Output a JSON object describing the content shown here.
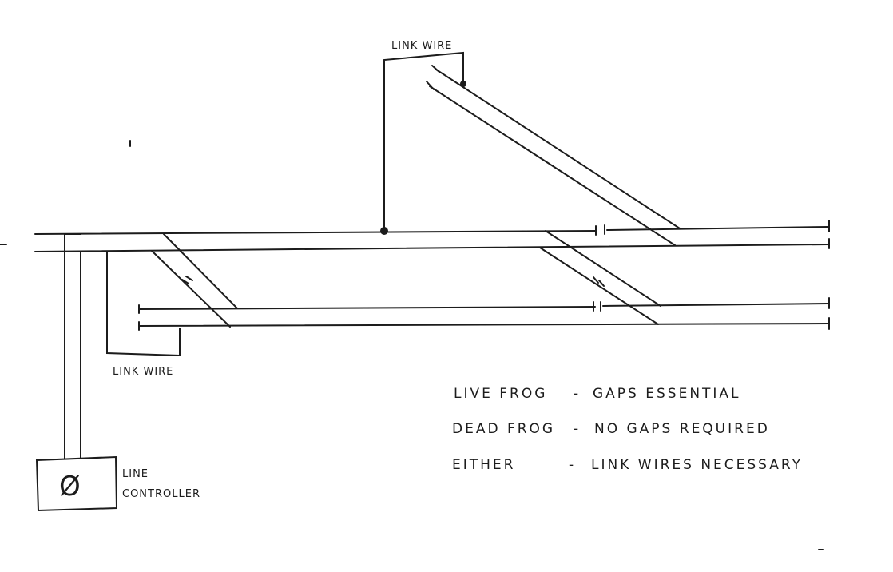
{
  "labels": {
    "link_wire_top": "LINK WIRE",
    "link_wire_bottom": "LINK WIRE",
    "controller_symbol": "Ø",
    "controller_line1": "LINE",
    "controller_line2": "CONTROLLER"
  },
  "notes": [
    {
      "term": "LIVE FROG",
      "dash": "-",
      "desc": "GAPS ESSENTIAL"
    },
    {
      "term": "DEAD FROG",
      "dash": "-",
      "desc": "NO GAPS REQUIRED"
    },
    {
      "term": "EITHER",
      "dash": "-",
      "desc": "LINK WIRES NECESSARY"
    }
  ],
  "colors": {
    "ink": "#1c1c1c",
    "paper": "#ffffff"
  }
}
